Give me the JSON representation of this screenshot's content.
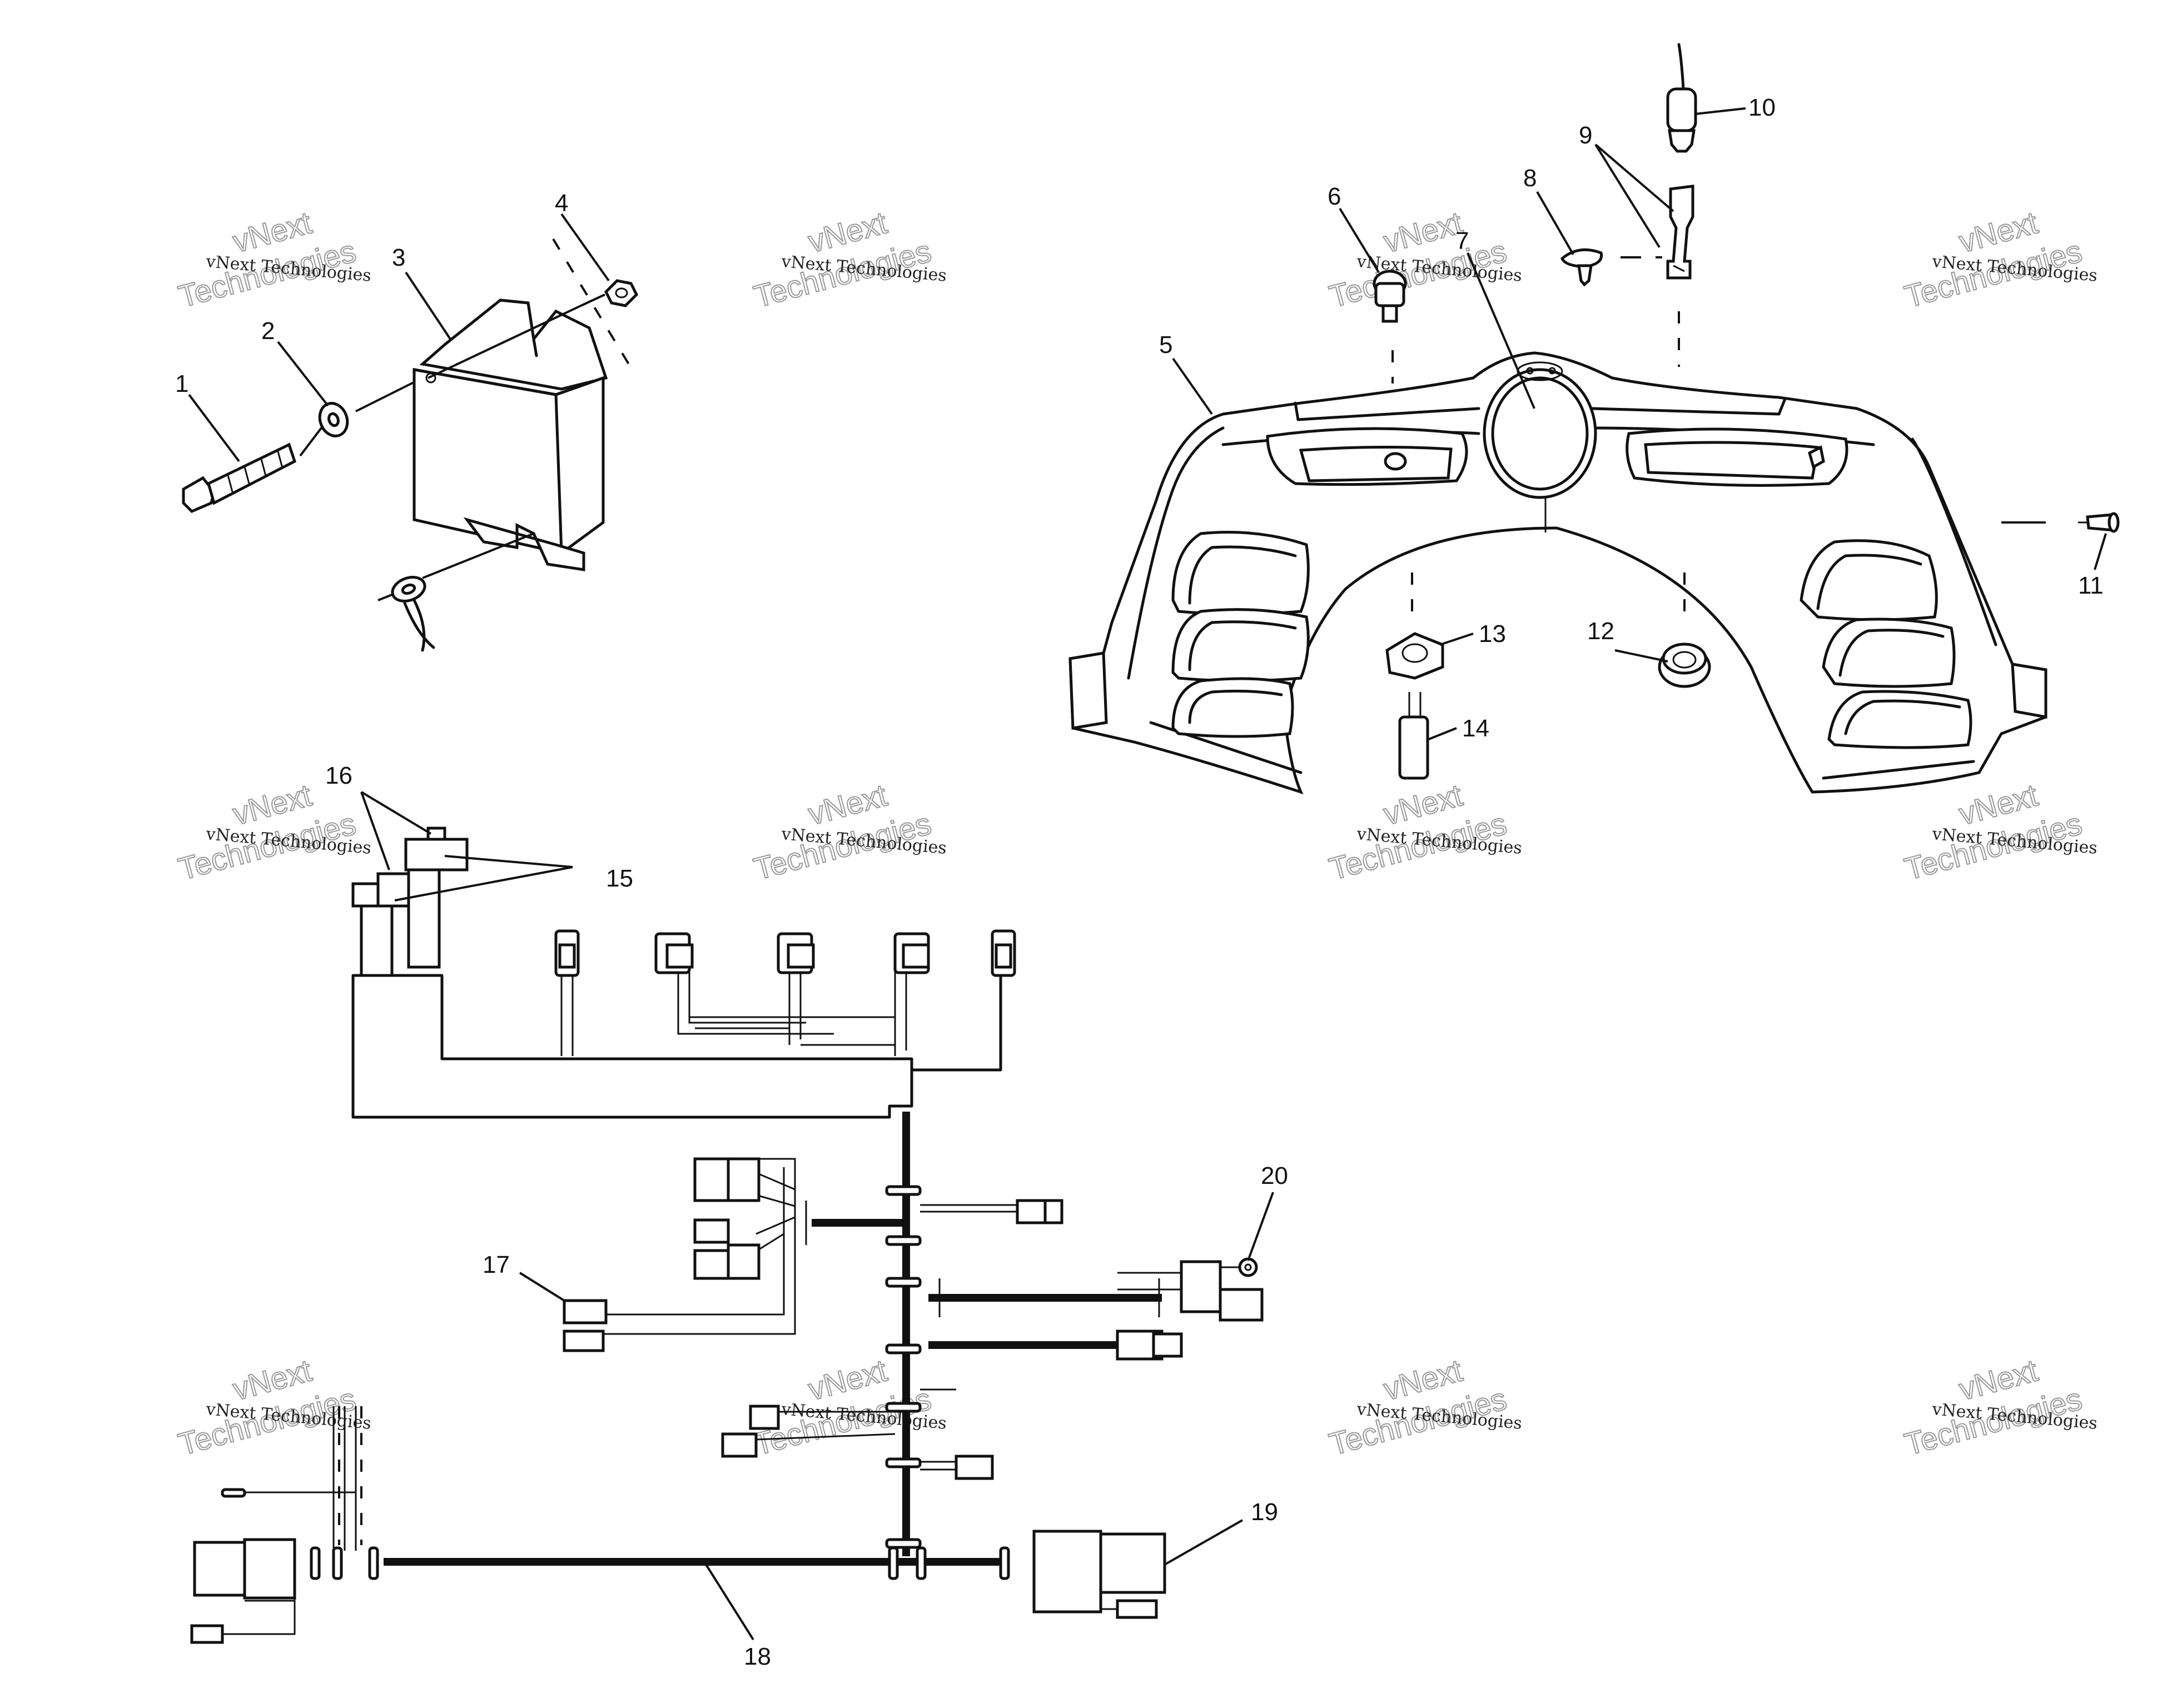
{
  "callouts": [
    "1",
    "2",
    "3",
    "4",
    "5",
    "6",
    "7",
    "8",
    "9",
    "10",
    "11",
    "12",
    "13",
    "14",
    "15",
    "16",
    "17",
    "18",
    "19",
    "20"
  ],
  "watermark": {
    "line1": "vNext Technologies",
    "line2a": "vNext",
    "line2b": "Technologies"
  }
}
